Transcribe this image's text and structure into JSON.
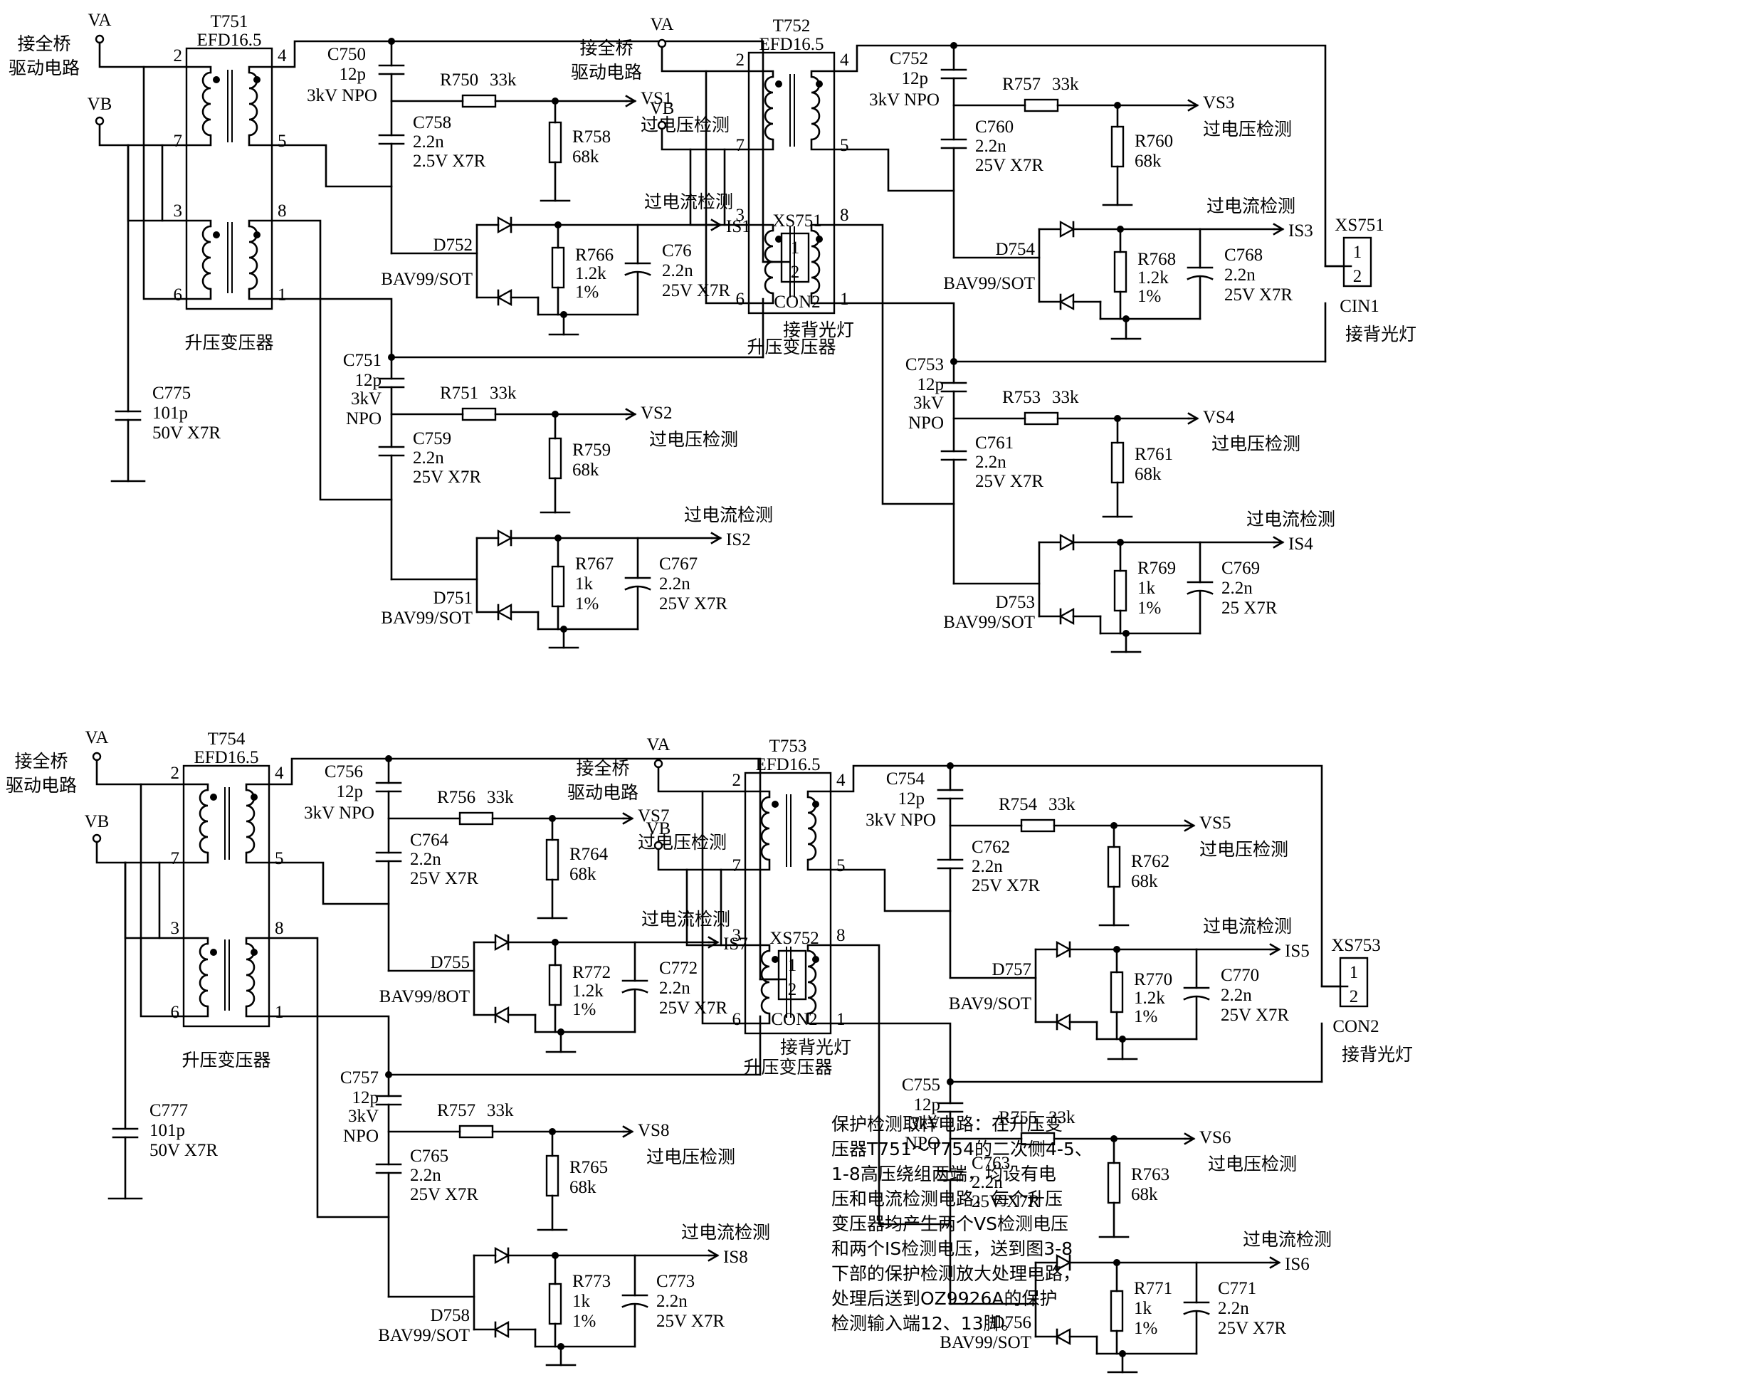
{
  "note_lines": [
    "保护检测取样电路：在升压变",
    "压器T751～T754的二次侧4-5、",
    "1-8高压绕组两端，均设有电",
    "压和电流检测电路，每个升压",
    "变压器均产生两个VS检测电压",
    "和两个IS检测电压，送到图3-8",
    "下部的保护检测放大处理电路，",
    "处理后送到OZ9926A的保护",
    "检测输入端12、13脚。"
  ],
  "common": {
    "va": "VA",
    "vb": "VB",
    "drive": [
      "接全桥",
      "驱动电路"
    ],
    "boost": "升压变压器",
    "core": "EFD16.5",
    "ov": "过电压检测",
    "oc": "过电流检测",
    "backlight": "接背光灯",
    "r33k": "33k",
    "r68k": "68k",
    "p12": "12p",
    "kv3": "3kV",
    "npo": "NPO",
    "kv3npo": "3kV NPO",
    "pins": [
      "2",
      "7",
      "3",
      "6",
      "4",
      "5",
      "8",
      "1"
    ],
    "conn_pins": [
      "1",
      "2"
    ],
    "cap_2n2": "2.2n",
    "pct1": "1%"
  },
  "blocks": [
    {
      "t": "T751",
      "conn": "XS751",
      "conn_type": "CON2",
      "show_drive": true,
      "show_boost": true,
      "cbig": [
        "C775",
        "101p",
        "50V X7R"
      ],
      "c_top": "C750",
      "c_top_lines": 2,
      "r_top": "R750",
      "vs_top": "VS1",
      "cdiv_top": "C758",
      "cdiv_top_v": "2.5V X7R",
      "rdiv_top": "R758",
      "d_top": "D752",
      "d_top_t": "BAV99/SOT",
      "rs_top": "R766",
      "rs_top_v": "1.2k",
      "cs_top": "C76",
      "cs_top_v": "25V X7R",
      "is_top": "IS1",
      "c_bot": "C751",
      "r_bot": "R751",
      "vs_bot": "VS2",
      "cdiv_bot": "C759",
      "cdiv_bot_v": "25V X7R",
      "rdiv_bot": "R759",
      "d_bot": "D751",
      "d_bot_t": "BAV99/SOT",
      "rs_bot": "R767",
      "rs_bot_v": "1k",
      "cs_bot": "C767",
      "cs_bot_v": "25V X7R",
      "is_bot": "IS2"
    },
    {
      "t": "T752",
      "conn": "XS751",
      "conn_type": "CIN1",
      "show_drive": true,
      "show_boost": true,
      "cbig": null,
      "c_top": "C752",
      "c_top_lines": 2,
      "r_top": "R757",
      "vs_top": "VS3",
      "cdiv_top": "C760",
      "cdiv_top_v": "25V X7R",
      "rdiv_top": "R760",
      "d_top": "D754",
      "d_top_t": "BAV99/SOT",
      "rs_top": "R768",
      "rs_top_v": "1.2k",
      "cs_top": "C768",
      "cs_top_v": "25V X7R",
      "is_top": "IS3",
      "c_bot": "C753",
      "r_bot": "R753",
      "vs_bot": "VS4",
      "cdiv_bot": "C761",
      "cdiv_bot_v": "25V X7R",
      "rdiv_bot": "R761",
      "d_bot": "D753",
      "d_bot_t": "BAV99/SOT",
      "rs_bot": "R769",
      "rs_bot_v": "1k",
      "cs_bot": "C769",
      "cs_bot_v": "25 X7R",
      "is_bot": "IS4"
    },
    {
      "t": "T754",
      "conn": "XS752",
      "conn_type": "CON2",
      "show_drive": true,
      "show_boost": true,
      "cbig": [
        "C777",
        "101p",
        "50V X7R"
      ],
      "c_top": "C756",
      "c_top_lines": 2,
      "r_top": "R756",
      "vs_top": "VS7",
      "cdiv_top": "C764",
      "cdiv_top_v": "25V X7R",
      "rdiv_top": "R764",
      "d_top": "D755",
      "d_top_t": "BAV99/8OT",
      "rs_top": "R772",
      "rs_top_v": "1.2k",
      "cs_top": "C772",
      "cs_top_v": "25V X7R",
      "is_top": "IS7",
      "c_bot": "C757",
      "r_bot": "R757",
      "vs_bot": "VS8",
      "cdiv_bot": "C765",
      "cdiv_bot_v": "25V X7R",
      "rdiv_bot": "R765",
      "d_bot": "D758",
      "d_bot_t": "BAV99/SOT",
      "rs_bot": "R773",
      "rs_bot_v": "1k",
      "cs_bot": "C773",
      "cs_bot_v": "25V X7R",
      "is_bot": "IS8"
    },
    {
      "t": "T753",
      "conn": "XS753",
      "conn_type": "CON2",
      "show_drive": true,
      "show_boost": true,
      "cbig": null,
      "c_top": "C754",
      "c_top_lines": 2,
      "r_top": "R754",
      "vs_top": "VS5",
      "cdiv_top": "C762",
      "cdiv_top_v": "25V X7R",
      "rdiv_top": "R762",
      "d_top": "D757",
      "d_top_t": "BAV9/SOT",
      "rs_top": "R770",
      "rs_top_v": "1.2k",
      "cs_top": "C770",
      "cs_top_v": "25V X7R",
      "is_top": "IS5",
      "c_bot": "C755",
      "r_bot": "R755",
      "vs_bot": "VS6",
      "cdiv_bot": "C763",
      "cdiv_bot_v": "25V X7R",
      "rdiv_bot": "R763",
      "d_bot": "D756",
      "d_bot_t": "BAV99/SOT",
      "rs_bot": "R771",
      "rs_bot_v": "1k",
      "cs_bot": "C771",
      "cs_bot_v": "25V X7R",
      "is_bot": "IS6"
    }
  ]
}
